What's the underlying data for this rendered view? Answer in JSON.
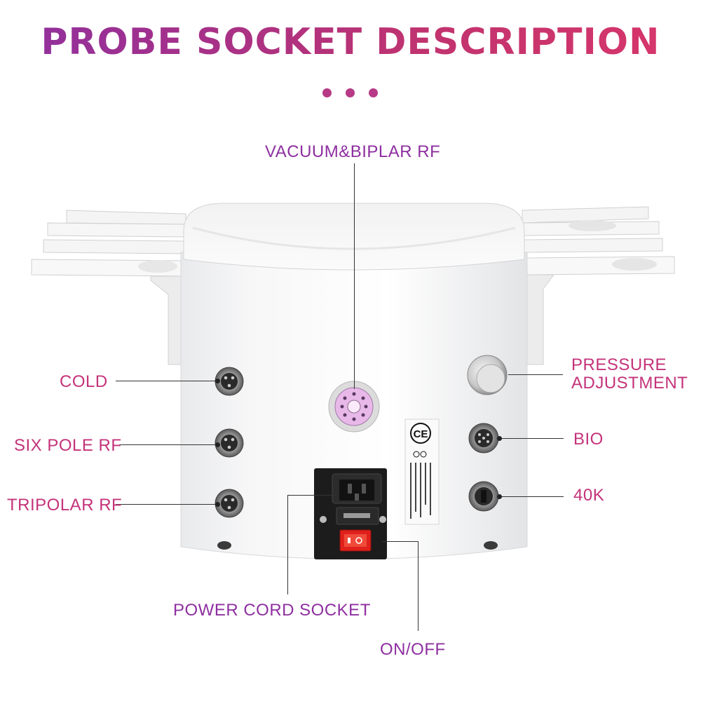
{
  "title": "PROBE SOCKET DESCRIPTION",
  "labels": {
    "vacuum": "VACUUM&BIPLAR RF",
    "cold": "COLD",
    "six_pole": "SIX POLE RF",
    "tripolar": "TRIPOLAR RF",
    "pressure_line1": "PRESSURE",
    "pressure_line2": "ADJUSTMENT",
    "bio": "BIO",
    "k40": "40K",
    "power_cord": "POWER CORD SOCKET",
    "on_off": "ON/OFF"
  },
  "colors": {
    "title_start": "#8e2fa0",
    "title_end": "#d9366a",
    "label_purple": "#8e2fa0",
    "label_pink": "#c4337a",
    "switch_red": "#e0201b"
  }
}
